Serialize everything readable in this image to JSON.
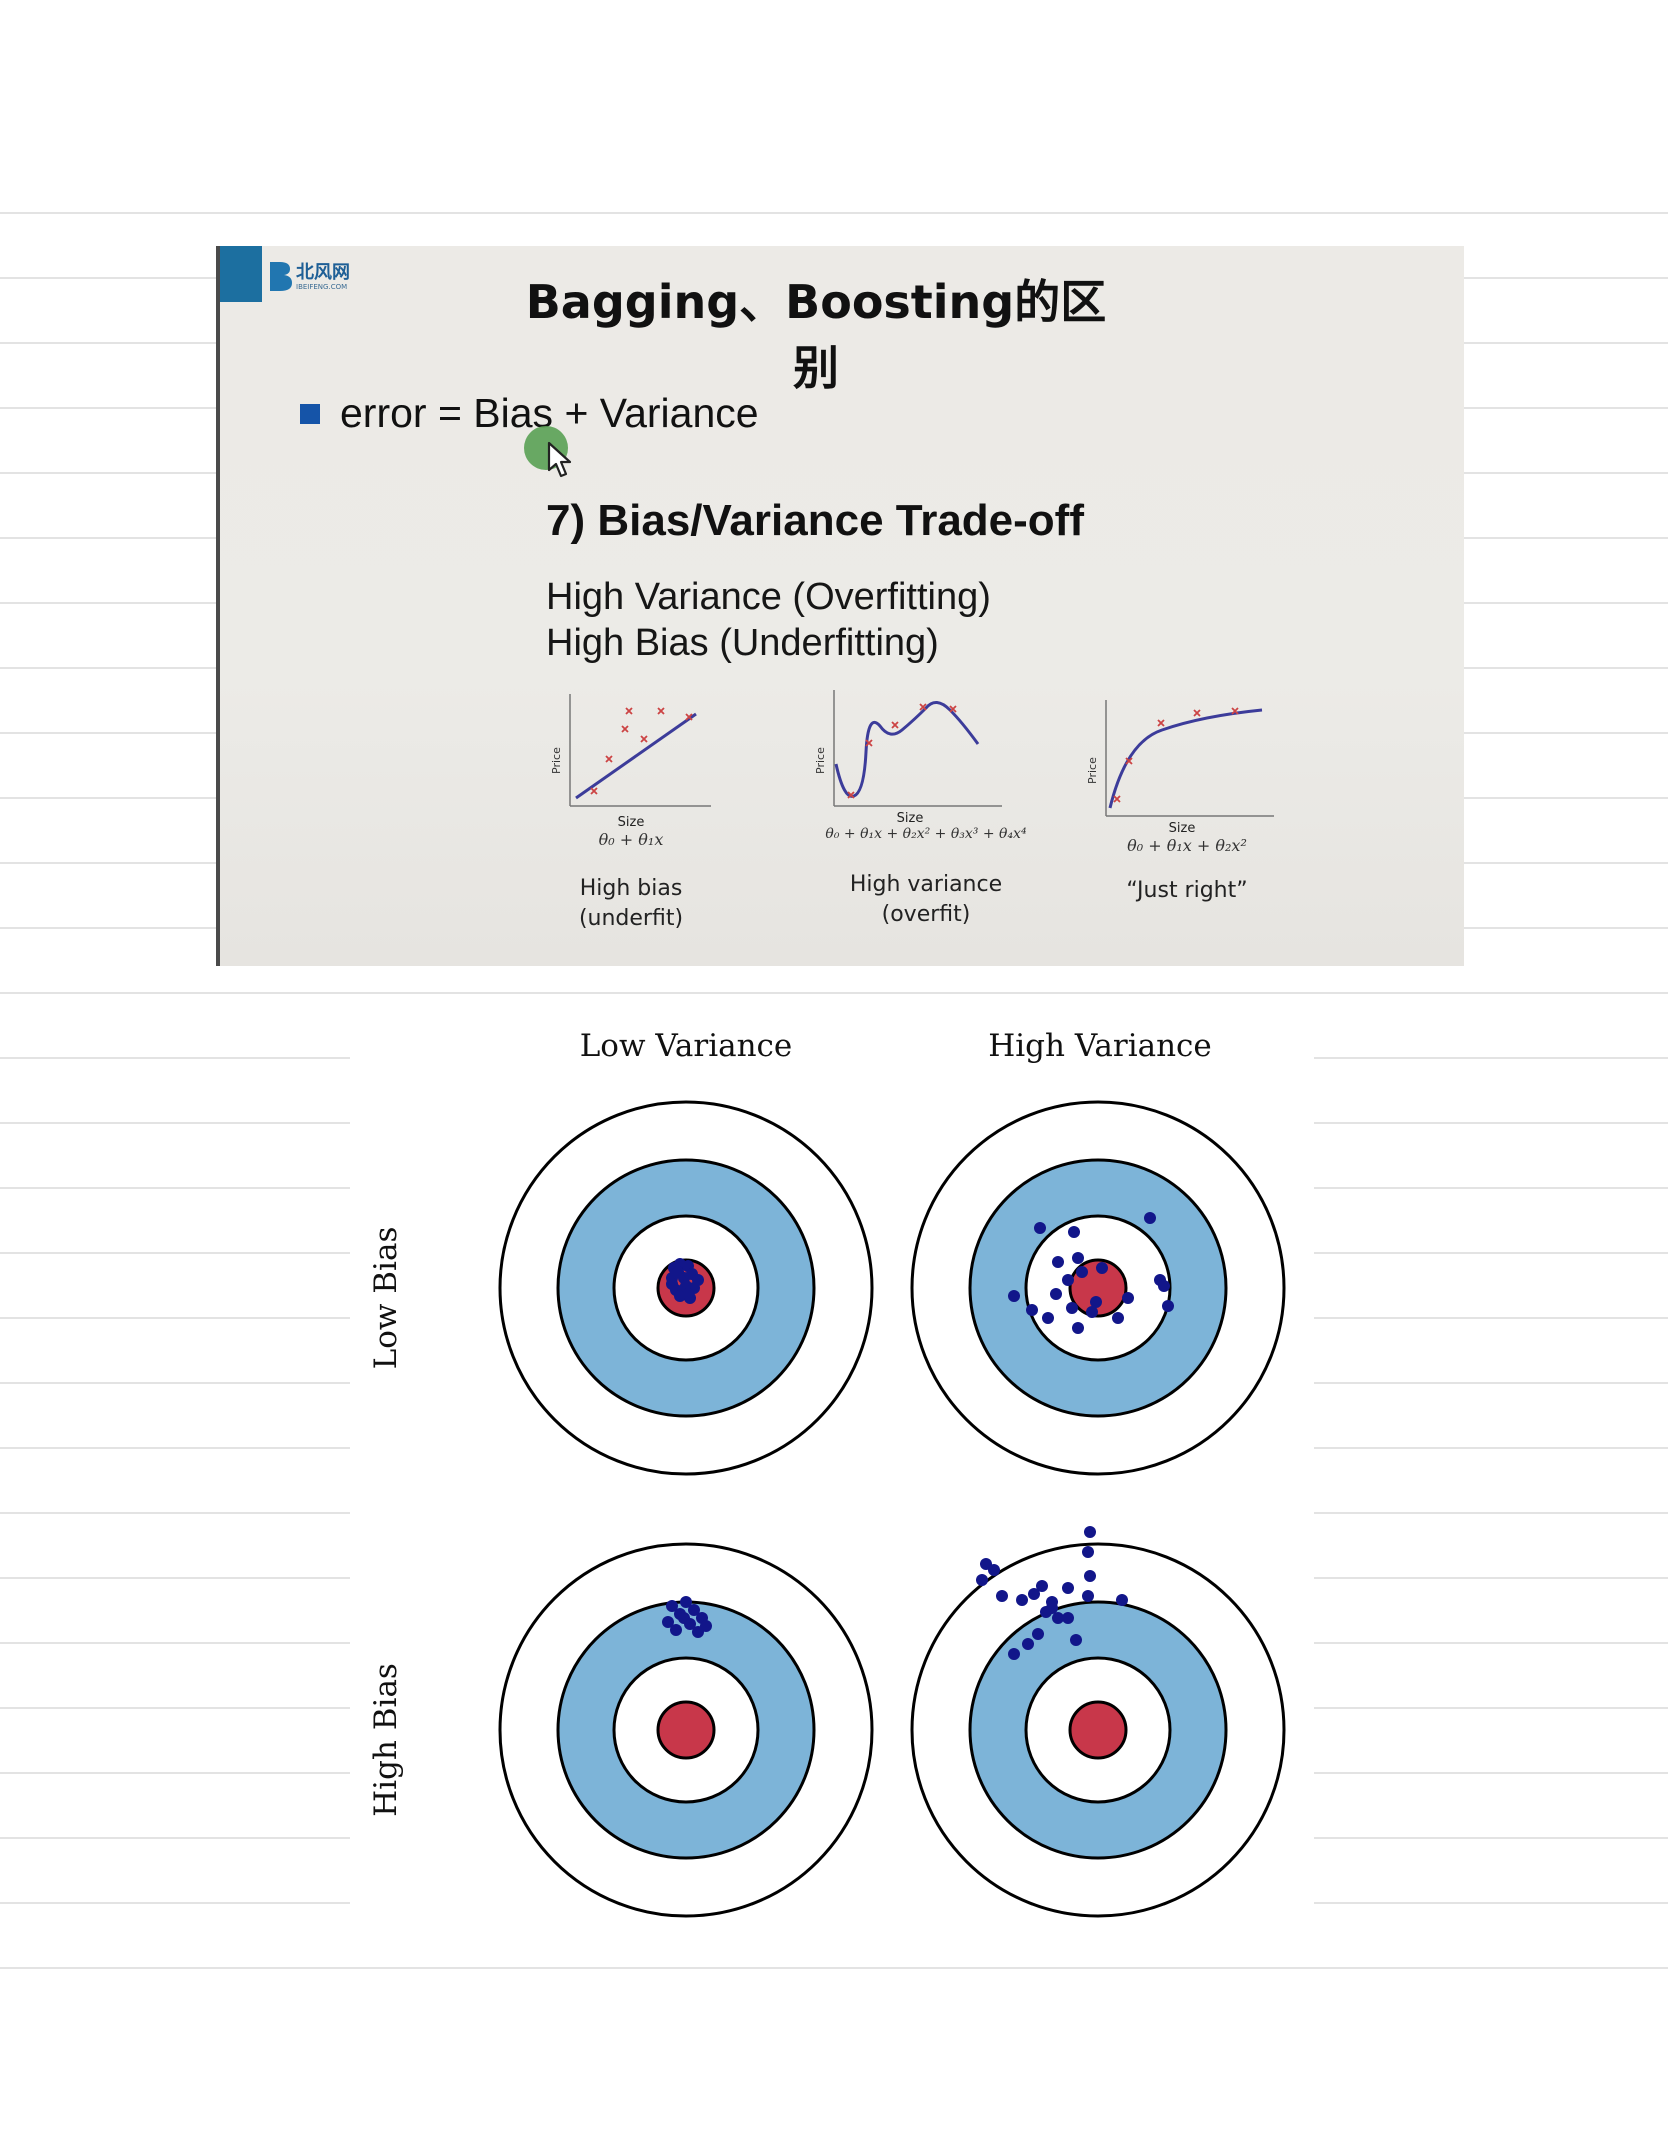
{
  "slide": {
    "logo_text": "北风网",
    "logo_subtext": "IBEIFENG.COM",
    "title": "Bagging、Boosting的区别",
    "bullet": "error = Bias + Variance",
    "subtitle": "7) Bias/Variance Trade-off",
    "line_variance": "High Variance (Overfitting)",
    "line_bias": "High Bias (Underfitting)",
    "plots": [
      {
        "ylabel": "Price",
        "xlabel": "Size",
        "formula": "θ₀ + θ₁x",
        "caption_1": "High bias",
        "caption_2": "(underfit)"
      },
      {
        "ylabel": "Price",
        "xlabel": "Size",
        "formula": "θ₀ + θ₁x + θ₂x² + θ₃x³ + θ₄x⁴",
        "caption_1": "High variance",
        "caption_2": "(overfit)"
      },
      {
        "ylabel": "Price",
        "xlabel": "Size",
        "formula": "θ₀ + θ₁x + θ₂x²",
        "caption_1": "“Just right”",
        "caption_2": ""
      }
    ]
  },
  "targets": {
    "col_labels": [
      "Low Variance",
      "High Variance"
    ],
    "row_labels": [
      "Low Bias",
      "High Bias"
    ],
    "colors": {
      "bullseye": "#c8374a",
      "ring": "#7db4d8",
      "hit": "#12168a",
      "outline": "#000000"
    }
  }
}
